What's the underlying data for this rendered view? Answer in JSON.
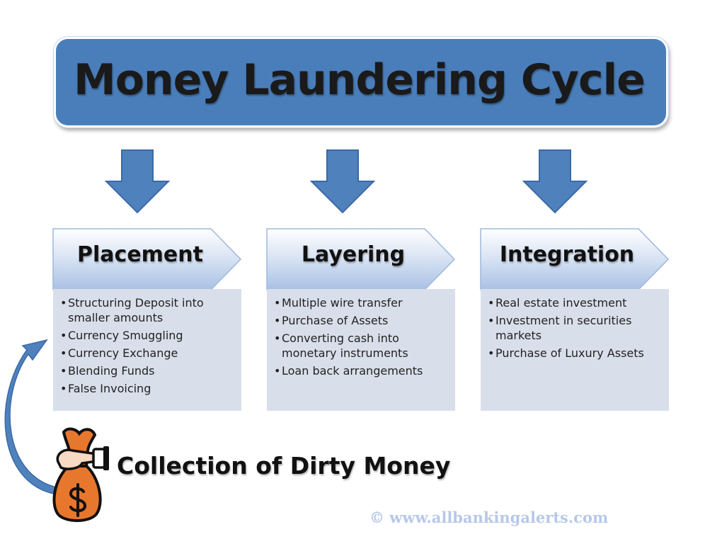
{
  "title": "Money Laundering Cycle",
  "stages": [
    {
      "label": "Placement",
      "items": [
        "Structuring Deposit into smaller amounts",
        "Currency Smuggling",
        "Currency Exchange",
        "Blending Funds",
        "False Invoicing"
      ]
    },
    {
      "label": "Layering",
      "items": [
        "Multiple wire transfer",
        "Purchase of Assets",
        "Converting cash into monetary instruments",
        "Loan back arrangements"
      ]
    },
    {
      "label": "Integration",
      "items": [
        "Real estate investment",
        "Investment in securities markets",
        "Purchase of Luxury Assets"
      ]
    }
  ],
  "collection": "Collection of Dirty Money",
  "watermark": "© www.allbankingalerts.com",
  "colors": {
    "title_fill": "#4a7ebb",
    "arrow_fill": "#4f81bd",
    "header_gradient_top": "#ffffff",
    "header_gradient_bottom": "#a9c1e6",
    "box_fill": "#d9dfea",
    "bag_fill": "#e8772e",
    "watermark": "#b7c8e8"
  },
  "icons": [
    "money-bag-icon",
    "dollar-sign-icon",
    "hand-icon",
    "down-arrow-icon",
    "curved-arrow-icon"
  ]
}
